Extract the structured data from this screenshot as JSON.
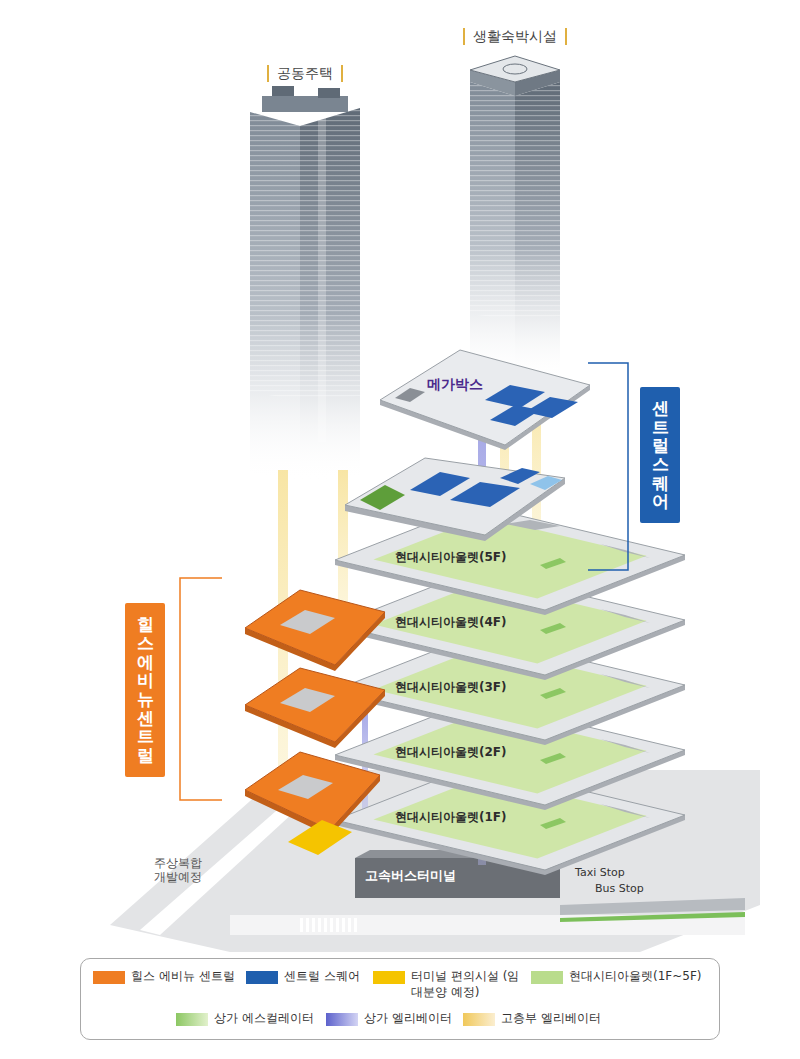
{
  "diagram": {
    "nodes": [
      {
        "text": [
          "공동주택"
        ]
      },
      {
        "text": [
          "생활숙박시설"
        ]
      },
      {
        "text": [
          "메가박스"
        ]
      },
      {
        "text": [
          "센트럴 스퀘어"
        ]
      },
      {
        "text": [
          "힐스 에비뉴 센트럴"
        ]
      },
      {
        "text": [
          "현대시티아울렛(5F)"
        ]
      },
      {
        "text": [
          "현대시티아울렛(4F)"
        ]
      },
      {
        "text": [
          "현대시티아울렛(3F)"
        ]
      },
      {
        "text": [
          "현대시티아울렛(2F)"
        ]
      },
      {
        "text": [
          "현대시티아울렛(1F)"
        ]
      }
    ],
    "labels": [
      "고속버스터미널",
      "Taxi Stop",
      "Bus Stop",
      "주상복합 개발예정"
    ],
    "legend": [
      {
        "text": "힐스 에비뉴 센트럴",
        "color": "#ef7d22"
      },
      {
        "text": "센트럴 스퀘어",
        "color": "#1f5fae"
      },
      {
        "text": "터미널 편의시설 (임대분양 예정)",
        "color": "#f5c400"
      },
      {
        "text": "현대시티아울렛(1F~5F)",
        "color": "#b9dc8c"
      },
      {
        "text": "상가 에스컬레이터"
      },
      {
        "text": "상가 엘리베이터"
      },
      {
        "text": "고층부 엘리베이터"
      }
    ]
  }
}
